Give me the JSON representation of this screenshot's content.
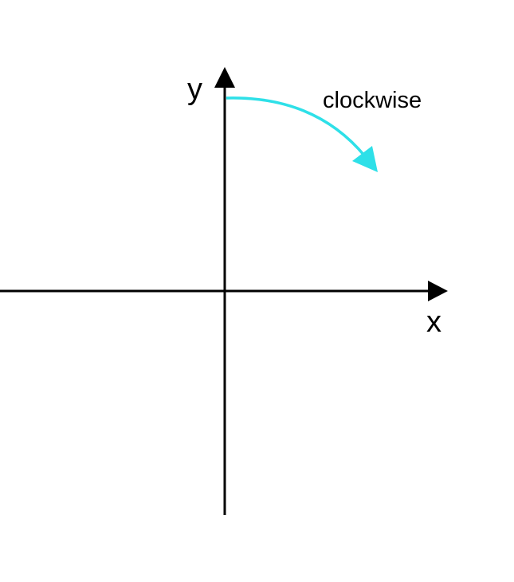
{
  "axes": {
    "x_label": "x",
    "y_label": "y"
  },
  "rotation": {
    "label": "clockwise",
    "color": "#2ee0e8"
  }
}
